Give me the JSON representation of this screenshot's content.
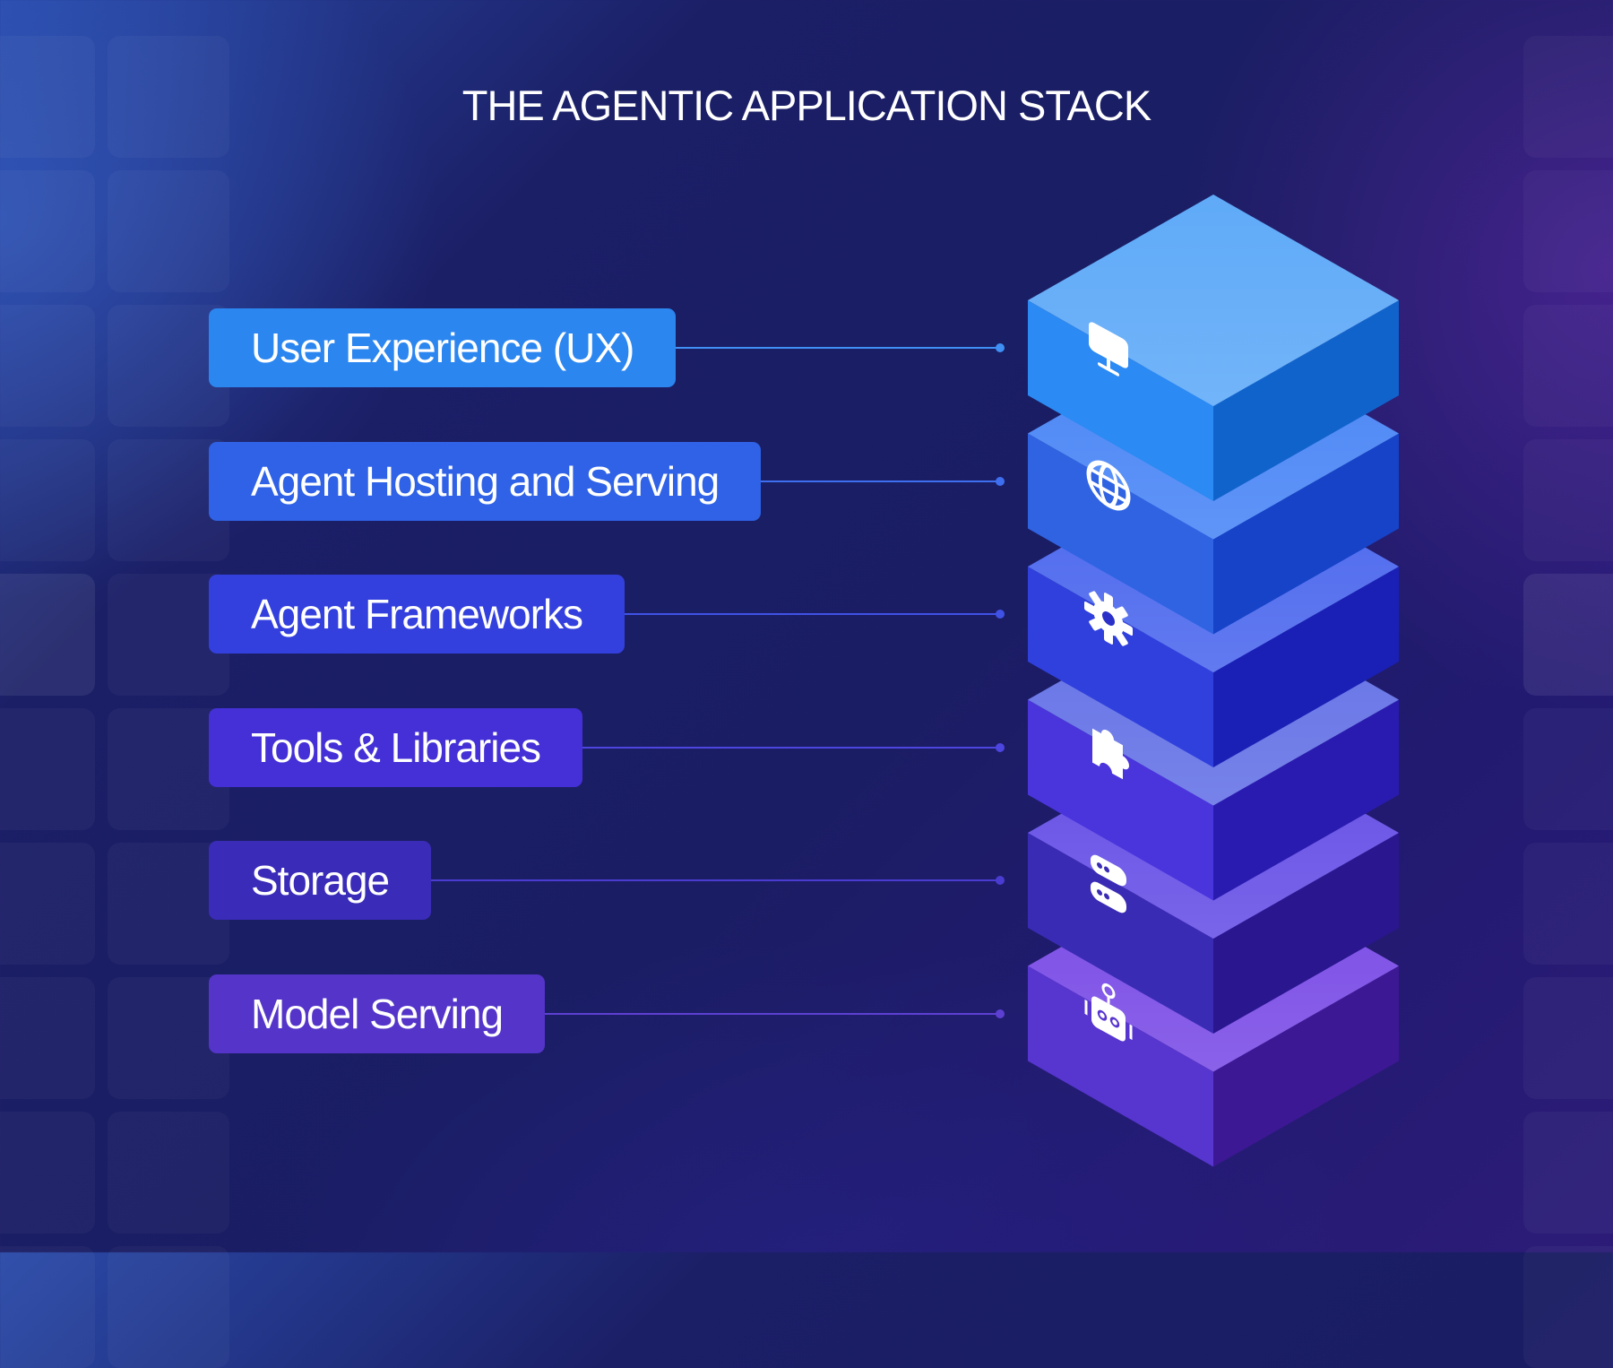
{
  "title": "THE AGENTIC APPLICATION STACK",
  "layers": [
    {
      "label": "User Experience (UX)",
      "icon": "monitor-icon",
      "box_color": "#2b86f0",
      "line_color": "#3f8ff5",
      "top": "#5faaf8",
      "left": "#2b8af3",
      "right": "#1163cc"
    },
    {
      "label": "Agent Hosting and Serving",
      "icon": "globe-icon",
      "box_color": "#2f62e6",
      "line_color": "#3e6ff0",
      "top": "#4a86f6",
      "left": "#2f63e2",
      "right": "#1643c8"
    },
    {
      "label": "Agent Frameworks",
      "icon": "gear-icon",
      "box_color": "#3440dd",
      "line_color": "#4052e6",
      "top": "#4c68ee",
      "left": "#3040dd",
      "right": "#1a20b6"
    },
    {
      "label": "Tools & Libraries",
      "icon": "puzzle-icon",
      "box_color": "#4430d6",
      "line_color": "#4d45e0",
      "top": "#6472e6",
      "left": "#4a34dc",
      "right": "#2a1bb0"
    },
    {
      "label": "Storage",
      "icon": "server-icon",
      "box_color": "#3a2bb8",
      "line_color": "#4a3cd0",
      "top": "#6650e6",
      "left": "#3a2bb4",
      "right": "#2a168f"
    },
    {
      "label": "Model Serving",
      "icon": "robot-icon",
      "box_color": "#5434c9",
      "line_color": "#5d40d2",
      "top": "#7a4ce6",
      "left": "#5735cf",
      "right": "#3d1894"
    }
  ]
}
